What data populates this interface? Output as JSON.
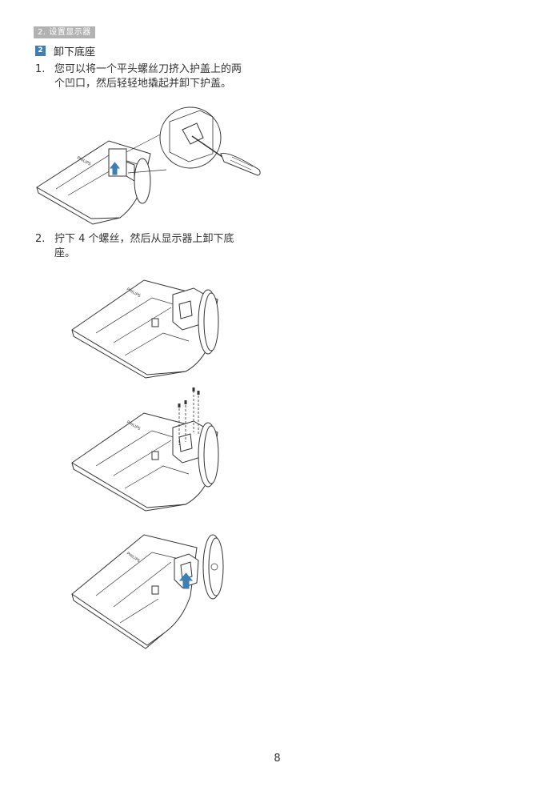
{
  "header": {
    "section_tag": "2. 设置显示器"
  },
  "subsection": {
    "badge": "2",
    "title": "卸下底座"
  },
  "steps": [
    {
      "num": "1.",
      "text": "您可以将一个平头螺丝刀挤入护盖上的两个凹口，然后轻轻地撬起并卸下护盖。"
    },
    {
      "num": "2.",
      "text": "拧下 4 个螺丝，然后从显示器上卸下底座。"
    }
  ],
  "brand_label": "PHILIPS",
  "colors": {
    "accent": "#3d7fb5",
    "tag_bg": "#b2b2b2"
  },
  "footer": {
    "page_number": "8"
  }
}
